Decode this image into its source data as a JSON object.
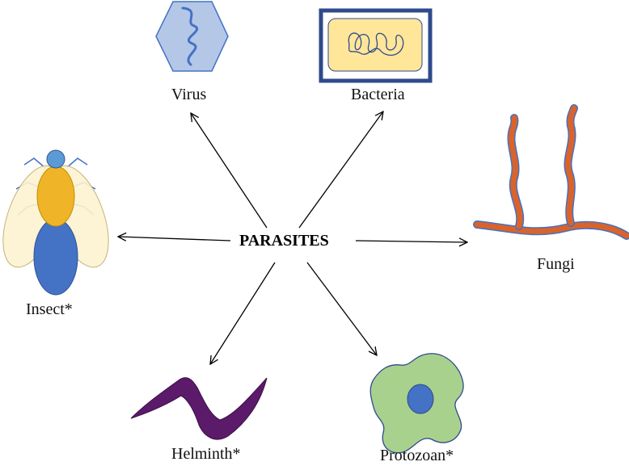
{
  "center": {
    "label": "PARASITES"
  },
  "nodes": {
    "virus": {
      "label": "Virus",
      "icon": "virus-icon"
    },
    "bacteria": {
      "label": "Bacteria",
      "icon": "bacterium-icon"
    },
    "fungi": {
      "label": "Fungi",
      "icon": "fungus-hyphae-icon"
    },
    "protozoan": {
      "label": "Protozoan*",
      "icon": "protozoan-cell-icon"
    },
    "helminth": {
      "label": "Helminth*",
      "icon": "worm-icon"
    },
    "insect": {
      "label": "Insect*",
      "icon": "insect-icon"
    }
  },
  "colors": {
    "virus_fill": "#b4c7e7",
    "virus_stroke": "#4472c4",
    "bacteria_fill": "#ffe699",
    "bacteria_frame": "#2f4a8c",
    "fungi_fill": "#d9632b",
    "fungi_stroke": "#4472c4",
    "protozoan_fill": "#a9d18e",
    "protozoan_nucleus": "#4472c4",
    "helminth_fill": "#5c1a6b",
    "insect_body": "#4472c4",
    "insect_thorax": "#f0b429",
    "insect_wings": "#fdf2d0",
    "arrow": "#000000"
  }
}
